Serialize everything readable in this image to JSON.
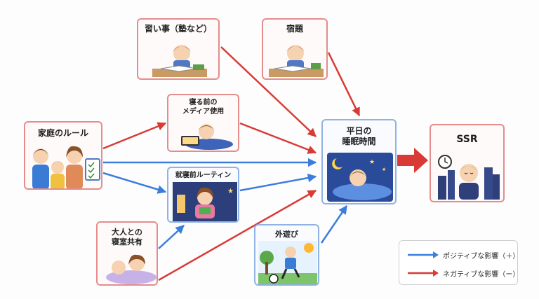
{
  "nodes": {
    "lessons": "習い事（塾など）",
    "homework": "宿題",
    "media": "寝る前の\nメディア使用",
    "rules": "家庭のルール",
    "routine": "就寝前ルーティン",
    "cosleep": "大人との\n寝室共有",
    "outdoor": "外遊び",
    "sleep": "平日の\n睡眠時間",
    "ssr": "SSR"
  },
  "legend": {
    "positive": "ポジティブな影響（＋）",
    "negative": "ネガティブな影響（ー）"
  },
  "colors": {
    "positive": "#3b7ddd",
    "negative": "#d93a35"
  }
}
